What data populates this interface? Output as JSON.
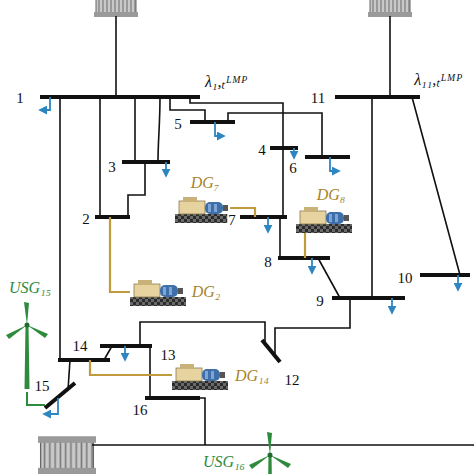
{
  "diagram": {
    "labels": [
      "1",
      "λ₁,ₜᴸᴹᴾ",
      "11",
      "λ₁₁,ₜᴸᴹᴾ",
      "5",
      "4",
      "6",
      "3",
      "DG₇",
      "DG₈",
      "7",
      "2",
      "8",
      "10",
      "DG₂",
      "9",
      "13",
      "12",
      "14",
      "DG₁₄",
      "USG₁₅",
      "15",
      "16",
      "USG₁₆"
    ]
  }
}
